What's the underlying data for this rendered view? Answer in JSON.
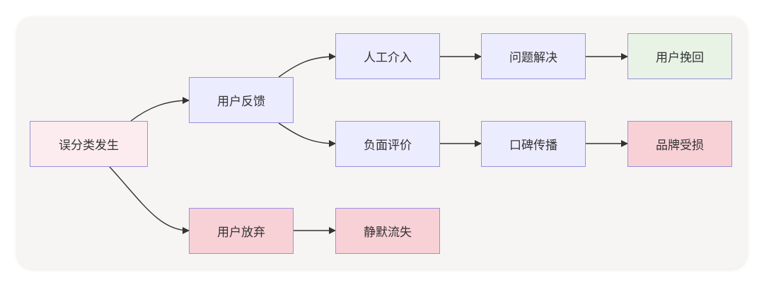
{
  "diagram": {
    "type": "flowchart",
    "direction": "left-to-right",
    "nodes": [
      {
        "id": "misclassify",
        "label": "误分类发生",
        "style": "start"
      },
      {
        "id": "feedback",
        "label": "用户反馈",
        "style": "default"
      },
      {
        "id": "abandon",
        "label": "用户放弃",
        "style": "negative"
      },
      {
        "id": "human",
        "label": "人工介入",
        "style": "default"
      },
      {
        "id": "negative_review",
        "label": "负面评价",
        "style": "default"
      },
      {
        "id": "silent_churn",
        "label": "静默流失",
        "style": "negative"
      },
      {
        "id": "resolved",
        "label": "问题解决",
        "style": "default"
      },
      {
        "id": "word_of_mouth",
        "label": "口碑传播",
        "style": "default"
      },
      {
        "id": "recovered",
        "label": "用户挽回",
        "style": "positive"
      },
      {
        "id": "brand_damage",
        "label": "品牌受损",
        "style": "negative"
      }
    ],
    "edges": [
      {
        "from": "misclassify",
        "to": "feedback"
      },
      {
        "from": "misclassify",
        "to": "abandon"
      },
      {
        "from": "feedback",
        "to": "human"
      },
      {
        "from": "feedback",
        "to": "negative_review"
      },
      {
        "from": "abandon",
        "to": "silent_churn"
      },
      {
        "from": "human",
        "to": "resolved"
      },
      {
        "from": "resolved",
        "to": "recovered"
      },
      {
        "from": "negative_review",
        "to": "word_of_mouth"
      },
      {
        "from": "word_of_mouth",
        "to": "brand_damage"
      }
    ],
    "colors": {
      "default_fill": "#ececff",
      "start_fill": "#fcecef",
      "negative_fill": "#f8d1d7",
      "positive_fill": "#e8f3e6",
      "border": "#9d8fdc",
      "edge": "#333333",
      "background": "#f6f5f3"
    }
  }
}
